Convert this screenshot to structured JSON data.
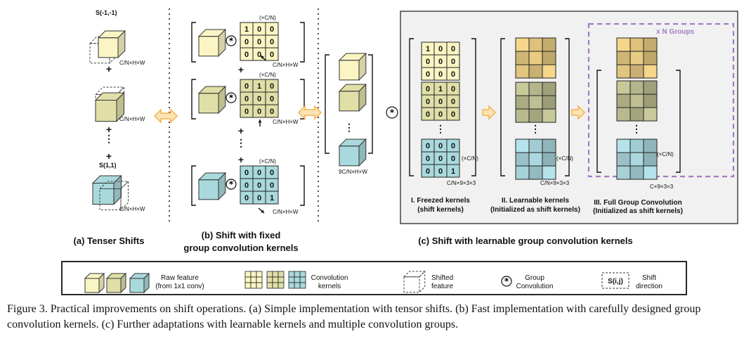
{
  "panels": {
    "a": {
      "title": "(a) Tenser Shifts",
      "shift_top": "S(-1,-1)",
      "shift_bottom": "S(1,1)",
      "dim": "C/N×H×W",
      "plus": "+",
      "dots": "⋮"
    },
    "b": {
      "title_line1": "(b) Shift with fixed",
      "title_line2": "group convolution kernels",
      "mult_tag": "(×C/N)",
      "dim": "C/N×H×W",
      "kernel1": [
        "1",
        "0",
        "0",
        "0",
        "0",
        "0",
        "0",
        "0",
        "0"
      ],
      "kernel2": [
        "0",
        "1",
        "0",
        "0",
        "0",
        "0",
        "0",
        "0",
        "0"
      ],
      "kernel3": [
        "0",
        "0",
        "0",
        "0",
        "0",
        "0",
        "0",
        "0",
        "1"
      ]
    },
    "mid": {
      "dim": "9C/N×H×W"
    },
    "c": {
      "title": "(c) Shift with learnable group convolution kernels",
      "groups_tag": "x N Groups",
      "mult_tag": "(×C/N)",
      "kernel_dim": "C/N×9×3×3",
      "full_dim": "C×9×3×3",
      "kernel1": [
        "1",
        "0",
        "0",
        "0",
        "0",
        "0",
        "0",
        "0",
        "0"
      ],
      "kernel2": [
        "0",
        "1",
        "0",
        "0",
        "0",
        "0",
        "0",
        "0",
        "0"
      ],
      "kernel3": [
        "0",
        "0",
        "0",
        "0",
        "0",
        "0",
        "0",
        "0",
        "1"
      ],
      "sub1_line1": "I. Freezed kernels",
      "sub1_line2": "(shift kernels)",
      "sub2_line1": "II. Learnable kernels",
      "sub2_line2": "(Initialized as shift kernels)",
      "sub3_line1": "III. Full Group Convolution",
      "sub3_line2": "(Initialized as shift kernels)"
    }
  },
  "legend": {
    "raw_line1": "Raw feature",
    "raw_line2": "(from 1x1 conv)",
    "conv_line1": "Convolution",
    "conv_line2": "kernels",
    "shifted_line1": "Shifted",
    "shifted_line2": "feature",
    "group_line1": "Group",
    "group_line2": "Convolution",
    "shift_dir_box": "S(i,j)",
    "shift_dir_line1": "Shift",
    "shift_dir_line2": "direction"
  },
  "caption": "Figure 3. Practical improvements on shift operations. (a) Simple implementation with tensor shifts. (b) Fast implementation with carefully designed group convolution kernels. (c) Further adaptations with learnable kernels and multiple convolution groups.",
  "colors": {
    "yellow": "#fbf5c4",
    "olive": "#e0dfa8",
    "teal": "#a9d9dc",
    "orange_arrow": "#f4b44c",
    "purple_dash": "#a37cc6",
    "panel_bg": "#f1f1f1"
  }
}
